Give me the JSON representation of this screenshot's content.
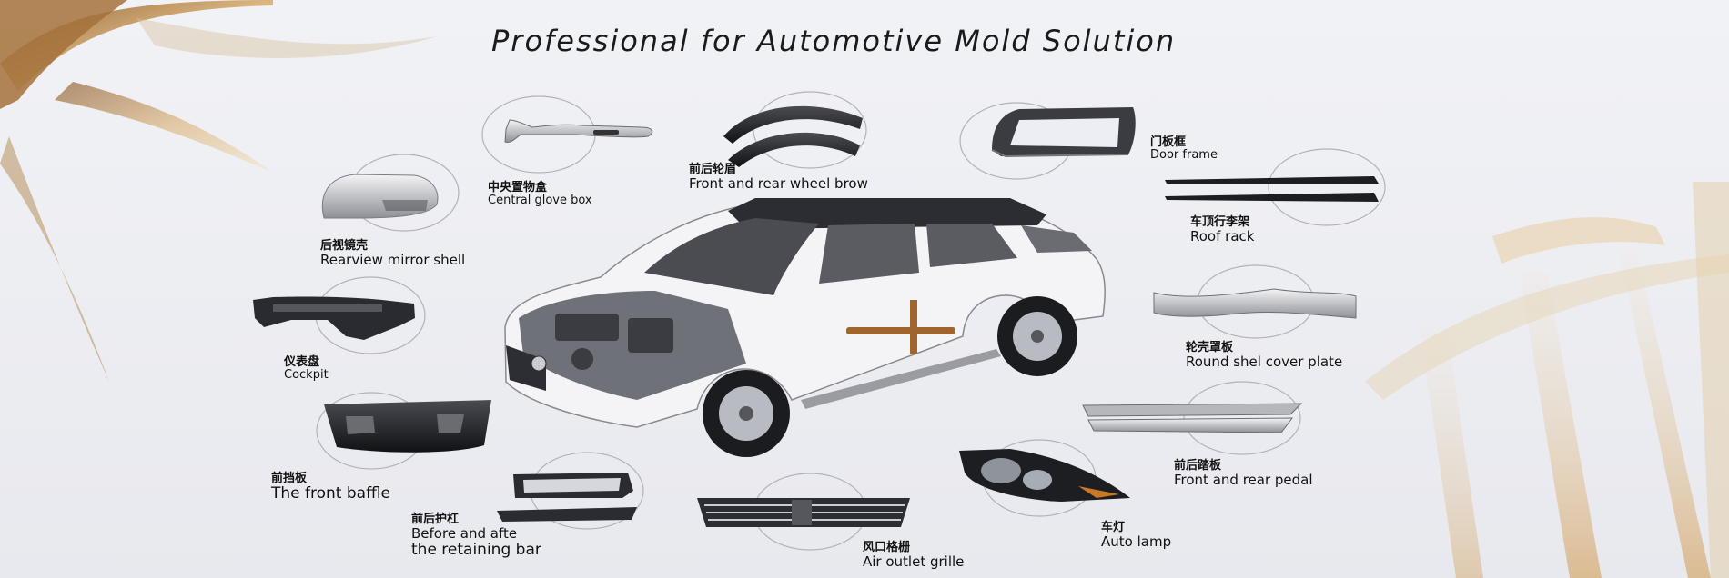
{
  "title": "Professional for Automotive Mold Solution",
  "parts": [
    {
      "id": "glove-box",
      "zh": "中央置物盒",
      "en": "Central glove box"
    },
    {
      "id": "wheel-brow",
      "zh": "前后轮眉",
      "en": "Front and rear wheel brow"
    },
    {
      "id": "door-frame",
      "zh": "门板框",
      "en": "Door frame"
    },
    {
      "id": "mirror",
      "zh": "后视镜壳",
      "en": "Rearview mirror shell"
    },
    {
      "id": "roof-rack",
      "zh": "车顶行李架",
      "en": "Roof rack"
    },
    {
      "id": "cockpit",
      "zh": "仪表盘",
      "en": "Cockpit"
    },
    {
      "id": "cover-plate",
      "zh": "轮壳罩板",
      "en": "Round shel cover plate"
    },
    {
      "id": "baffle",
      "zh": "前挡板",
      "en": "The front baffle"
    },
    {
      "id": "pedal",
      "zh": "前后踏板",
      "en": "Front and rear pedal"
    },
    {
      "id": "retaining-bar",
      "zh": "前后护杠",
      "en_line1": "Before and afte",
      "en_line2": "the retaining bar"
    },
    {
      "id": "grille",
      "zh": "风口格栅",
      "en": "Air outlet grille"
    },
    {
      "id": "lamp",
      "zh": "车灯",
      "en": "Auto lamp"
    }
  ],
  "colors": {
    "background": "#eceef3",
    "accent": "#c9a063",
    "text": "#111111"
  }
}
